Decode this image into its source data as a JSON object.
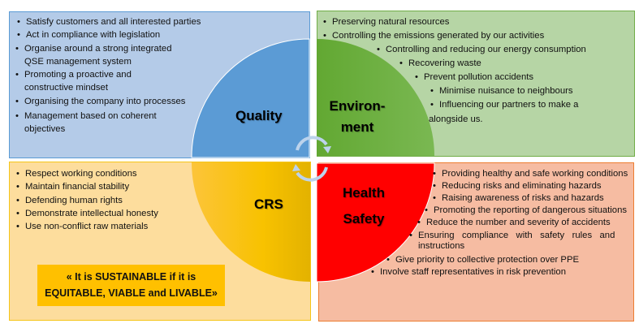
{
  "quality": {
    "title": "Quality",
    "items": [
      "Satisfy customers  and all interested  parties",
      "Act in compliance  with legislation",
      "Organise around a strong integrated",
      "QSE management  system",
      "Promoting a proactive  and",
      "constructive mindset",
      "Organising the company into processes",
      "Management  based on coherent",
      "objectives"
    ]
  },
  "environment": {
    "title_1": "Environ-",
    "title_2": "ment",
    "items": [
      "Preserving natural resources",
      "Controlling the emissions generated by our activities",
      "Controlling and reducing our energy consumption",
      "Recovering waste",
      "Prevent pollution accidents",
      "Minimise nuisance to neighbours",
      "Influencing our partners to make a",
      "alongside us."
    ]
  },
  "crs": {
    "title": "CRS",
    "items": [
      "Respect working conditions",
      "Maintain financial stability",
      "Defending human rights",
      "Demonstrate intellectual honesty",
      "Use non-conflict raw materials"
    ],
    "motto_1": "« It is SUSTAINABLE if it is",
    "motto_2": "EQUITABLE, VIABLE and LIVABLE»"
  },
  "health_safety": {
    "title_1": "Health",
    "title_2": "Safety",
    "items": [
      "Providing  healthy and safe working conditions",
      "Reducing risks and eliminating hazards",
      "Raising awareness of risks and hazards",
      "Promoting the reporting of dangerous situations",
      "Reduce the number and severity of accidents",
      "Ensuring   compliance   with   safety   rules   and",
      "instructions",
      "Give priority to collective protection over PPE",
      "Involve staff representatives in risk prevention"
    ]
  },
  "colors": {
    "quality": "#5b9bd5",
    "environment": "#6aaa3a",
    "crs": "#ffc000",
    "health_safety": "#ff0000"
  }
}
